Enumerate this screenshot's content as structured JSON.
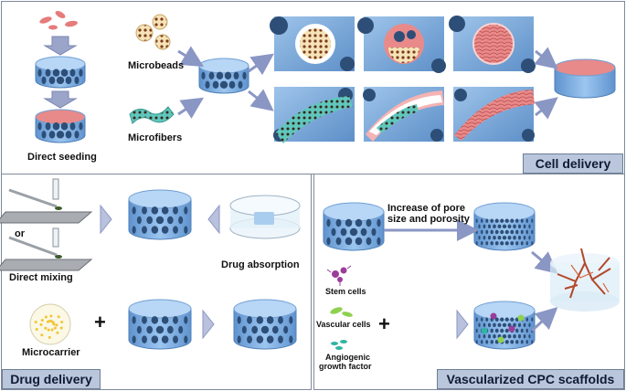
{
  "labels": {
    "direct_seeding": "Direct seeding",
    "microbeads": "Microbeads",
    "microfibers": "Microfibers",
    "cell_delivery": "Cell delivery",
    "or": "or",
    "direct_mixing": "Direct mixing",
    "drug_absorption": "Drug absorption",
    "microcarrier": "Microcarrier",
    "plus": "+",
    "drug_delivery": "Drug delivery",
    "increase_pore_line1": "Increase of pore",
    "increase_pore_line2": "size and porosity",
    "stem_cells": "Stem cells",
    "vascular_cells": "Vascular cells",
    "angiogenic_line1": "Angiogenic",
    "angiogenic_line2": "growth factor",
    "vascularized": "Vascularized CPC scaffolds"
  },
  "colors": {
    "scaffold_top": "#b8d6f5",
    "scaffold_side": "#7fb1e6",
    "pore": "#2d4e77",
    "cell_pink": "#e88a8a",
    "arrow": "#8a96c4",
    "panel_border": "#7f8a99",
    "label_box": "#b9c6dc"
  }
}
